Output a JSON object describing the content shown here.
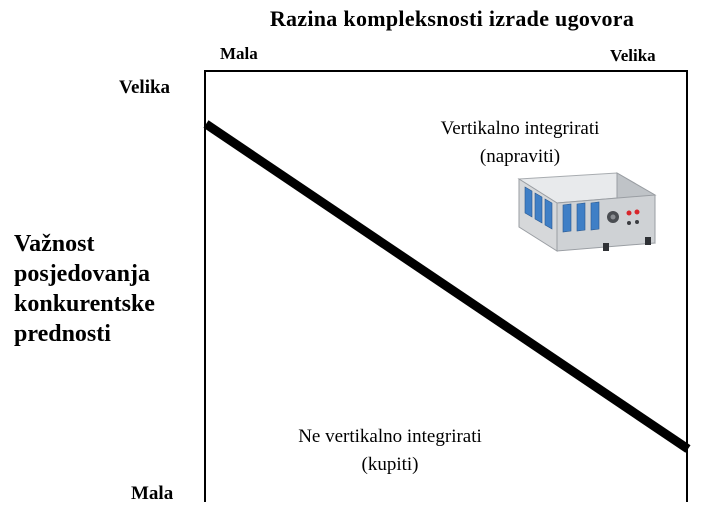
{
  "title": "Razina kompleksnosti izrade ugovora",
  "x_axis": {
    "low_label": "Mala",
    "high_label": "Velika"
  },
  "y_axis": {
    "high_label": "Velika",
    "low_label": "Mala",
    "title_lines": [
      "Važnost",
      "posjedovanja",
      "konkurentske",
      "prednosti"
    ]
  },
  "quadrants": {
    "upper_right": {
      "lines": [
        "Vertikalno integrirati",
        "(napraviti)"
      ]
    },
    "lower_left": {
      "lines": [
        "Ne vertikalno integrirati",
        "(kupiti)"
      ]
    }
  },
  "illustration": {
    "icon": "rack-mounted-device-icon",
    "colors": {
      "chassis": "#d6d8da",
      "module_blue": "#3f7fc6",
      "led_red": "#d8262b"
    }
  },
  "divider_color": "#000000"
}
